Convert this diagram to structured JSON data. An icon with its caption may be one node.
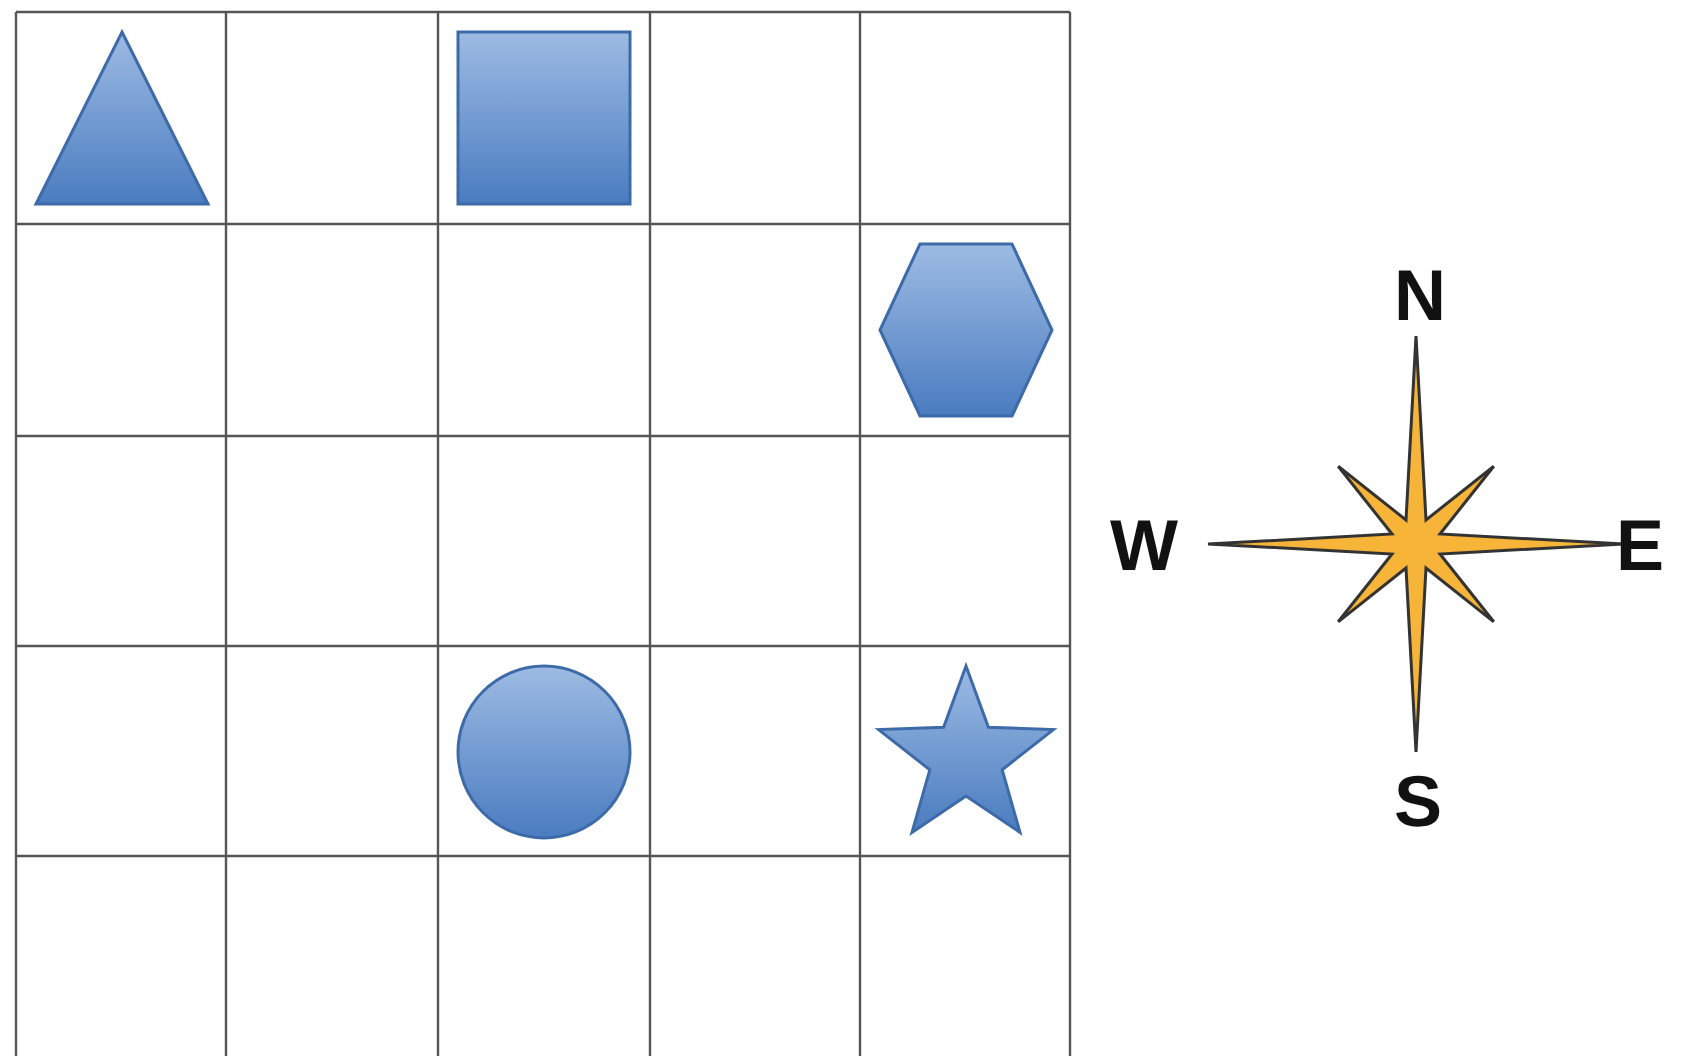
{
  "diagram": {
    "nodes": [
      {
        "text": [],
        "shape": "triangle"
      },
      {
        "text": [],
        "shape": "box"
      },
      {
        "text": [],
        "shape": "hexagon"
      },
      {
        "text": [],
        "shape": "circle"
      },
      {
        "text": [],
        "shape": "star"
      }
    ],
    "labels": [
      "N",
      "W",
      "E",
      "S"
    ]
  }
}
